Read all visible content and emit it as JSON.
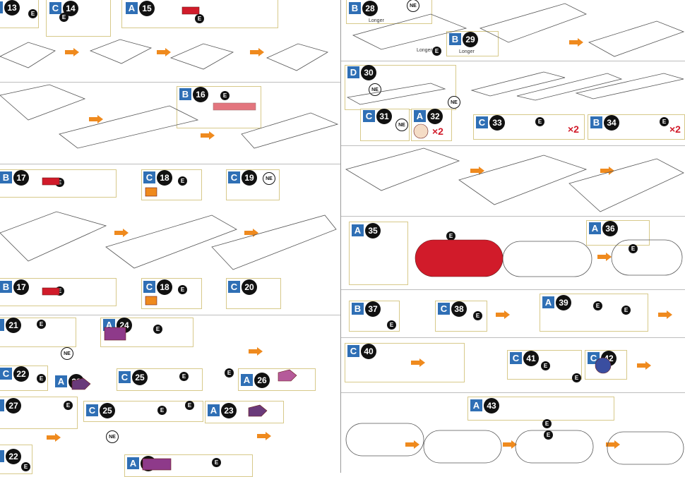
{
  "steps": {
    "s13": {
      "part": "",
      "num": "13"
    },
    "s14": {
      "part": "C",
      "num": "14"
    },
    "s15": {
      "part": "A",
      "num": "15"
    },
    "s16": {
      "part": "B",
      "num": "16"
    },
    "s17a": {
      "part": "B",
      "num": "17"
    },
    "s18a": {
      "part": "C",
      "num": "18"
    },
    "s19": {
      "part": "C",
      "num": "19"
    },
    "s17b": {
      "part": "B",
      "num": "17"
    },
    "s18b": {
      "part": "C",
      "num": "18"
    },
    "s20": {
      "part": "C",
      "num": "20"
    },
    "s21": {
      "part": "",
      "num": "21"
    },
    "s24a": {
      "part": "A",
      "num": "24"
    },
    "s22a": {
      "part": "C",
      "num": "22"
    },
    "s23a": {
      "part": "A",
      "num": "23"
    },
    "s25a": {
      "part": "C",
      "num": "25"
    },
    "s26": {
      "part": "A",
      "num": "26"
    },
    "s27": {
      "part": "",
      "num": "27"
    },
    "s25b": {
      "part": "C",
      "num": "25"
    },
    "s23b": {
      "part": "A",
      "num": "23"
    },
    "s22b": {
      "part": "",
      "num": "22"
    },
    "s24b": {
      "part": "A",
      "num": "24"
    },
    "s28": {
      "part": "B",
      "num": "28"
    },
    "s29": {
      "part": "B",
      "num": "29"
    },
    "s30": {
      "part": "D",
      "num": "30"
    },
    "s31": {
      "part": "C",
      "num": "31"
    },
    "s32": {
      "part": "A",
      "num": "32"
    },
    "s33": {
      "part": "C",
      "num": "33"
    },
    "s34": {
      "part": "B",
      "num": "34"
    },
    "s35": {
      "part": "A",
      "num": "35"
    },
    "s36": {
      "part": "A",
      "num": "36"
    },
    "s37": {
      "part": "B",
      "num": "37"
    },
    "s38": {
      "part": "C",
      "num": "38"
    },
    "s39": {
      "part": "A",
      "num": "39"
    },
    "s40": {
      "part": "C",
      "num": "40"
    },
    "s41": {
      "part": "C",
      "num": "41"
    },
    "s42": {
      "part": "C",
      "num": "42"
    },
    "s43": {
      "part": "A",
      "num": "43"
    }
  },
  "labels": {
    "E": "E",
    "NE": "NE",
    "x2": "×2",
    "longer": "Longer"
  },
  "colors": {
    "accent_orange": "#ef8a1e",
    "label_blue": "#2f6fb5",
    "part_red": "#d11b2a",
    "part_purple": "#8e3a8a",
    "box_border": "#d7c98a"
  }
}
